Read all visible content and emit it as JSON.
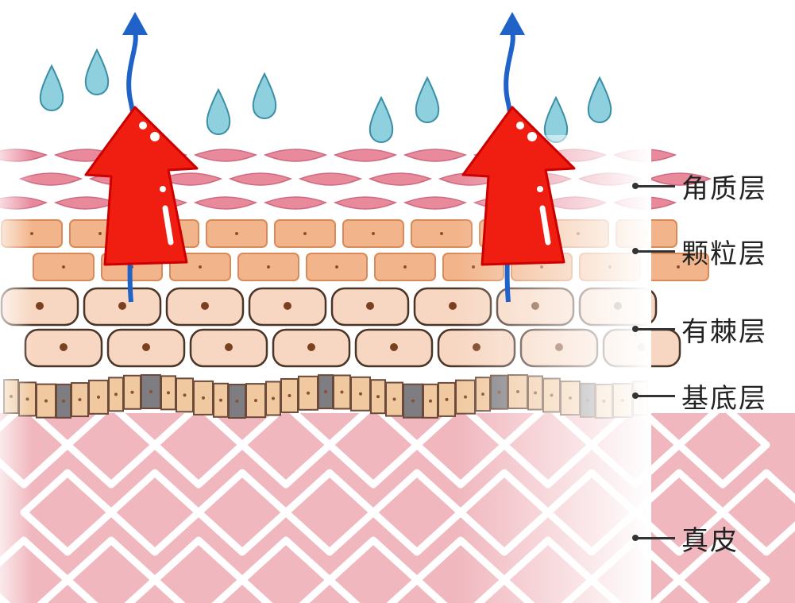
{
  "labels": {
    "stratum_corneum": "角质层",
    "stratum_granulosum": "颗粒层",
    "stratum_spinosum": "有棘层",
    "stratum_basale": "基底层",
    "dermis": "真皮"
  },
  "colors": {
    "corneum": "#e88a9c",
    "granular": "#f2b48a",
    "spinous": "#f7d7c2",
    "basal": "#f0c9a0",
    "basal_dark": "#7e7e82",
    "dermis": "#f0b7be",
    "water": "#8fd0de",
    "arrow": "#f01e10",
    "flow": "#1f62c8"
  }
}
